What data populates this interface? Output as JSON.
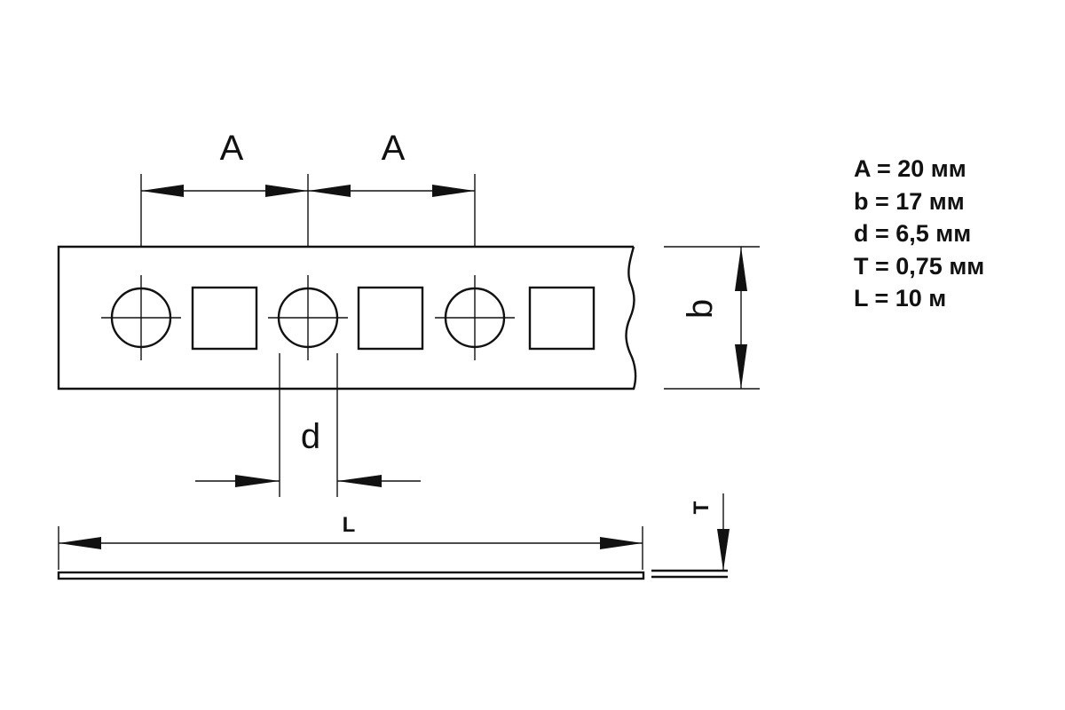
{
  "dimension_labels": {
    "pitch_left": "A",
    "pitch_right": "A",
    "width": "b",
    "hole_diameter": "d",
    "length": "L",
    "thickness": "T"
  },
  "specifications": [
    "A = 20 мм",
    "b = 17 мм",
    "d = 6,5 мм",
    "T = 0,75 мм",
    "L = 10 м"
  ],
  "colors": {
    "line": "#111111",
    "background": "#ffffff"
  }
}
